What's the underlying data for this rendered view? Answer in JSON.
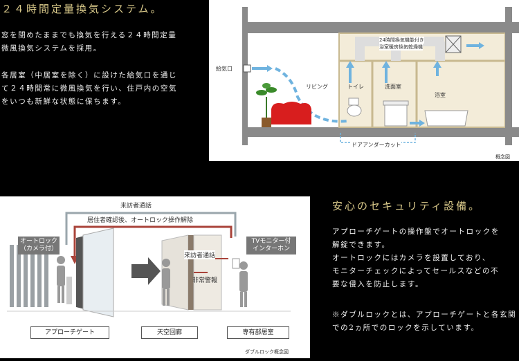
{
  "ventilation": {
    "title": "２４時間定量換気システム。",
    "para1": "窓を閉めたままでも換気を行える２４時間定量\n微風換気システムを採用。",
    "para2": "各居室（中居室を除く）に設けた給気口を通じ\nて２４時間常に微風換気を行い、住戸内の空気\nをいつも新鮮な状態に保ちます。",
    "diagram": {
      "inlet": "給気口",
      "living": "リビング",
      "toilet": "トイレ",
      "washroom": "洗面室",
      "bathroom": "浴室",
      "dryer_line1": "24時間換気機能付き",
      "dryer_line2": "浴室暖房換気乾燥機",
      "undercut": "ドアアンダーカット",
      "caption": "概念図"
    }
  },
  "security": {
    "title": "安心のセキュリティ設備。",
    "para1": "アプローチゲートの操作盤でオートロックを\n解錠できます。\nオートロックにはカメラを設置しており、\nモニターチェックによってセールスなどの不\n要な侵入を防止します。",
    "para2": "※ダブルロックとは、アプローチゲートと各玄関\nでの2ヵ所でのロックを示しています。",
    "diagram": {
      "visitor_call_top": "来訪者通話",
      "resident_confirm": "居住者確認後、オートロック操作解除",
      "autolock_line1": "オートロック",
      "autolock_line2": "（カメラ付）",
      "tv_monitor_line1": "TVモニター付",
      "tv_monitor_line2": "インターホン",
      "visitor_call_mid": "来訪者通話",
      "emergency": "非常警報",
      "approach_gate": "アプローチゲート",
      "corridor": "天空回廊",
      "private_room": "専有部居室",
      "caption": "ダブルロック概念図"
    }
  },
  "colors": {
    "gold": "#d9c98a",
    "arrow_blue": "#6fb3df",
    "wall_gray": "#8a8a8a",
    "sofa_red": "#d81e1e",
    "security_red": "#a9433a"
  }
}
